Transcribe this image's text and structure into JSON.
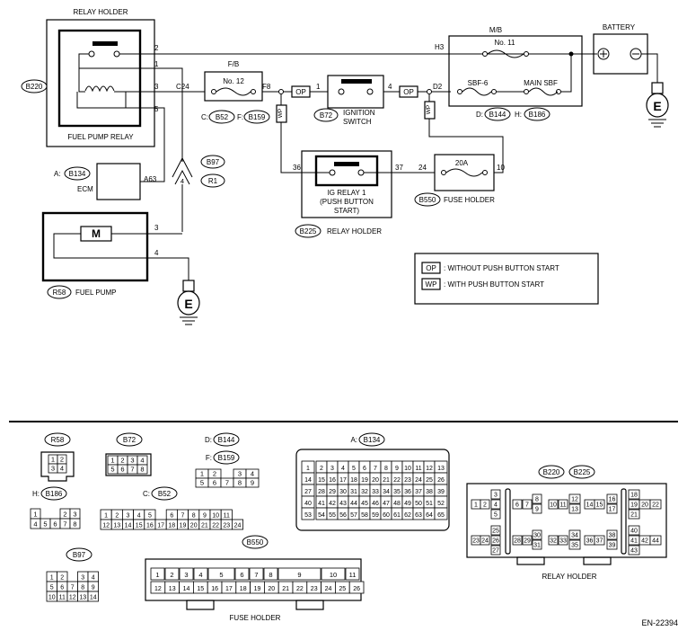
{
  "relay_holder_title": "RELAY HOLDER",
  "fuel_pump_relay": "FUEL PUMP RELAY",
  "b220": "B220",
  "ecm": "ECM",
  "ecm_prefix": "A:",
  "b134": "B134",
  "a63": "A63",
  "b97": "B97",
  "r1": "R1",
  "fuel_pump": "FUEL PUMP",
  "r58": "R58",
  "motor": "M",
  "ground": "E",
  "fb": "F/B",
  "fuse_no12": "No. 12",
  "c24": "C24",
  "f8": "F8",
  "c_prefix": "C:",
  "b52": "B52",
  "f_prefix": "F:",
  "b159": "B159",
  "op": "OP",
  "wp": "WP",
  "b72": "B72",
  "ignition_switch": [
    "IGNITION",
    "SWITCH"
  ],
  "mb": "M/B",
  "fuse_no11": "No. 11",
  "sbf6": "SBF-6",
  "main_sbf": "MAIN SBF",
  "h3": "H3",
  "d2": "D2",
  "d_prefix": "D:",
  "b144": "B144",
  "h_prefix": "H:",
  "b186": "B186",
  "battery": "BATTERY",
  "ig_relay": [
    "IG RELAY 1",
    "(PUSH BUTTON",
    "START)"
  ],
  "b225": "B225",
  "relay_holder": "RELAY HOLDER",
  "fuse_20a": "20A",
  "b550": "B550",
  "fuse_holder": "FUSE HOLDER",
  "pins": {
    "p1": "1",
    "p2": "2",
    "p3": "3",
    "p4": "4",
    "p5": "5",
    "p10": "10",
    "p24": "24",
    "p36": "36",
    "p37": "37"
  },
  "legend": {
    "op": "OP",
    "op_text": ": WITHOUT PUSH BUTTON START",
    "wp": "WP",
    "wp_text": ": WITH PUSH BUTTON START"
  },
  "figure_id": "EN-22394",
  "connectors": {
    "r58": {
      "label": "R58",
      "rows": [
        [
          "1",
          "2"
        ],
        [
          "3",
          "4"
        ]
      ]
    },
    "b72": {
      "label": "B72",
      "rows": [
        [
          "1",
          "2",
          "3",
          "4"
        ],
        [
          "5",
          "6",
          "7",
          "8"
        ]
      ]
    },
    "b144": {
      "prefix": "D:",
      "label": "B144"
    },
    "b159": {
      "prefix": "F:",
      "label": "B159",
      "rows": [
        [
          "1",
          "2",
          "",
          "3",
          "4"
        ],
        [
          "5",
          "6",
          "7",
          "8",
          "9"
        ]
      ]
    },
    "b134": {
      "prefix": "A:",
      "label": "B134",
      "rows": [
        [
          "1",
          "2",
          "3",
          "4",
          "5",
          "6",
          "7",
          "8",
          "9",
          "10",
          "11",
          "12",
          "13"
        ],
        [
          "14",
          "15",
          "16",
          "17",
          "18",
          "19",
          "20",
          "21",
          "22",
          "23",
          "24",
          "25",
          "26"
        ],
        [
          "27",
          "28",
          "29",
          "30",
          "31",
          "32",
          "33",
          "34",
          "35",
          "36",
          "37",
          "38",
          "39"
        ],
        [
          "40",
          "41",
          "42",
          "43",
          "44",
          "45",
          "46",
          "47",
          "48",
          "49",
          "50",
          "51",
          "52"
        ],
        [
          "53",
          "54",
          "55",
          "56",
          "57",
          "58",
          "59",
          "60",
          "61",
          "62",
          "63",
          "64",
          "65"
        ]
      ]
    },
    "b186": {
      "prefix": "H:",
      "label": "B186",
      "rows": [
        [
          "1",
          "",
          "",
          "2",
          "3"
        ],
        [
          "4",
          "5",
          "6",
          "7",
          "8"
        ]
      ]
    },
    "b52": {
      "prefix": "C:",
      "label": "B52",
      "rows": [
        [
          "1",
          "2",
          "3",
          "4",
          "5",
          "",
          "6",
          "7",
          "8",
          "9",
          "10",
          "11"
        ],
        [
          "12",
          "13",
          "14",
          "15",
          "16",
          "17",
          "18",
          "19",
          "20",
          "21",
          "22",
          "23",
          "24"
        ]
      ]
    },
    "b97": {
      "label": "B97",
      "rows": [
        [
          "1",
          "2",
          "",
          "3",
          "4"
        ],
        [
          "5",
          "6",
          "7",
          "8",
          "9"
        ],
        [
          "10",
          "11",
          "12",
          "13",
          "14"
        ]
      ]
    },
    "b550": {
      "label": "B550",
      "title": "FUSE HOLDER",
      "rows": [
        [
          "1",
          "2",
          "3",
          "4",
          "5",
          "6",
          "7",
          "8",
          "9",
          "10",
          "11"
        ],
        [
          "12",
          "13",
          "14",
          "15",
          "16",
          "17",
          "18",
          "19",
          "20",
          "21",
          "22",
          "23",
          "24",
          "25",
          "26"
        ]
      ]
    },
    "b220_b225": {
      "labels": [
        "B220",
        "B225"
      ],
      "title": "RELAY HOLDER",
      "pins": [
        "1",
        "2",
        "3",
        "4",
        "5",
        "6",
        "7",
        "8",
        "9",
        "10",
        "11",
        "12",
        "13",
        "14",
        "15",
        "16",
        "17",
        "18",
        "19",
        "20",
        "21",
        "22",
        "23",
        "24",
        "25",
        "26",
        "27",
        "28",
        "29",
        "30",
        "31",
        "32",
        "33",
        "34",
        "35",
        "36",
        "37",
        "38",
        "39",
        "40",
        "41",
        "42",
        "43",
        "44"
      ]
    }
  }
}
